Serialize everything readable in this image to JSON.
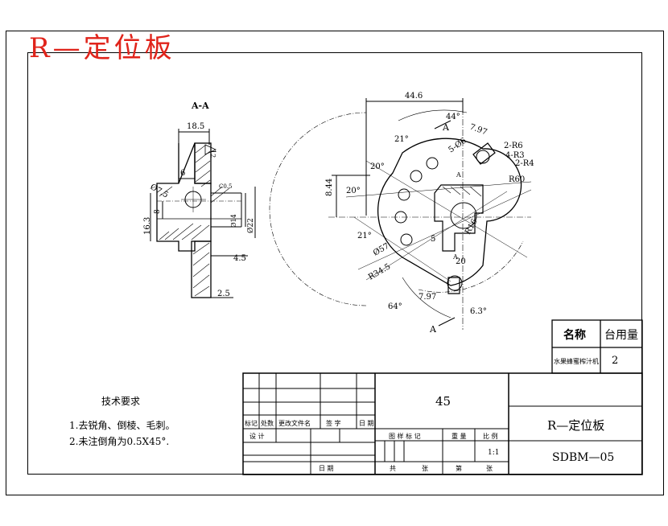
{
  "drawing_title": "R—定位板",
  "section_label": "A-A",
  "left_view_dims": {
    "w18_5": "18.5",
    "d6": "6",
    "phi7_5": "Ø7.5",
    "d8": "8",
    "d16_3": "16.3",
    "d4_5": "4.5",
    "d2_5": "2.5",
    "phi14": "Ø14",
    "phi22": "Ø22",
    "t12": "12",
    "c05": "C0.5"
  },
  "right_view_dims": {
    "d44_6": "44.6",
    "a44": "44°",
    "d7_97_top": "7.97",
    "a21_top": "21°",
    "phi5": "5-Ø6",
    "r6": "2-R6",
    "r3": "4-R3",
    "r4": "2-R4",
    "a20_a": "20°",
    "a20_b": "20°",
    "d8_44": "8.44",
    "r60": "R60",
    "a21_bot": "21°",
    "phi57": "Ø57",
    "d5": "5",
    "r16": "R16",
    "r34_5": "R34.5",
    "d20": "20",
    "d7_97_bot": "7.97",
    "d6_3": "6.3°",
    "a64": "64°",
    "cut_a": "A"
  },
  "tech_requirements": {
    "heading": "技术要求",
    "line1": "1.去锐角、倒棱、毛刺。",
    "line2": "2.未注倒角为0.5X45°."
  },
  "parts_table": {
    "header_name": "名称",
    "header_qty": "台用量",
    "row_name": "水果蜂蜜榨汁机",
    "row_qty": "2"
  },
  "title_block": {
    "material": "45",
    "part_name": "R—定位板",
    "drawing_no": "SDBM—05",
    "scale": "1:1",
    "labels": {
      "mark": "标记",
      "count": "处数",
      "doc": "更改文件名",
      "sign": "签 字",
      "date": "日 期",
      "design": "设 计",
      "stage": "图 样 标 记",
      "weight": "重 量",
      "ratio": "比 例",
      "date2": "日 期",
      "total": "共",
      "sheets": "张",
      "page": "第",
      "sheet": "张"
    }
  }
}
